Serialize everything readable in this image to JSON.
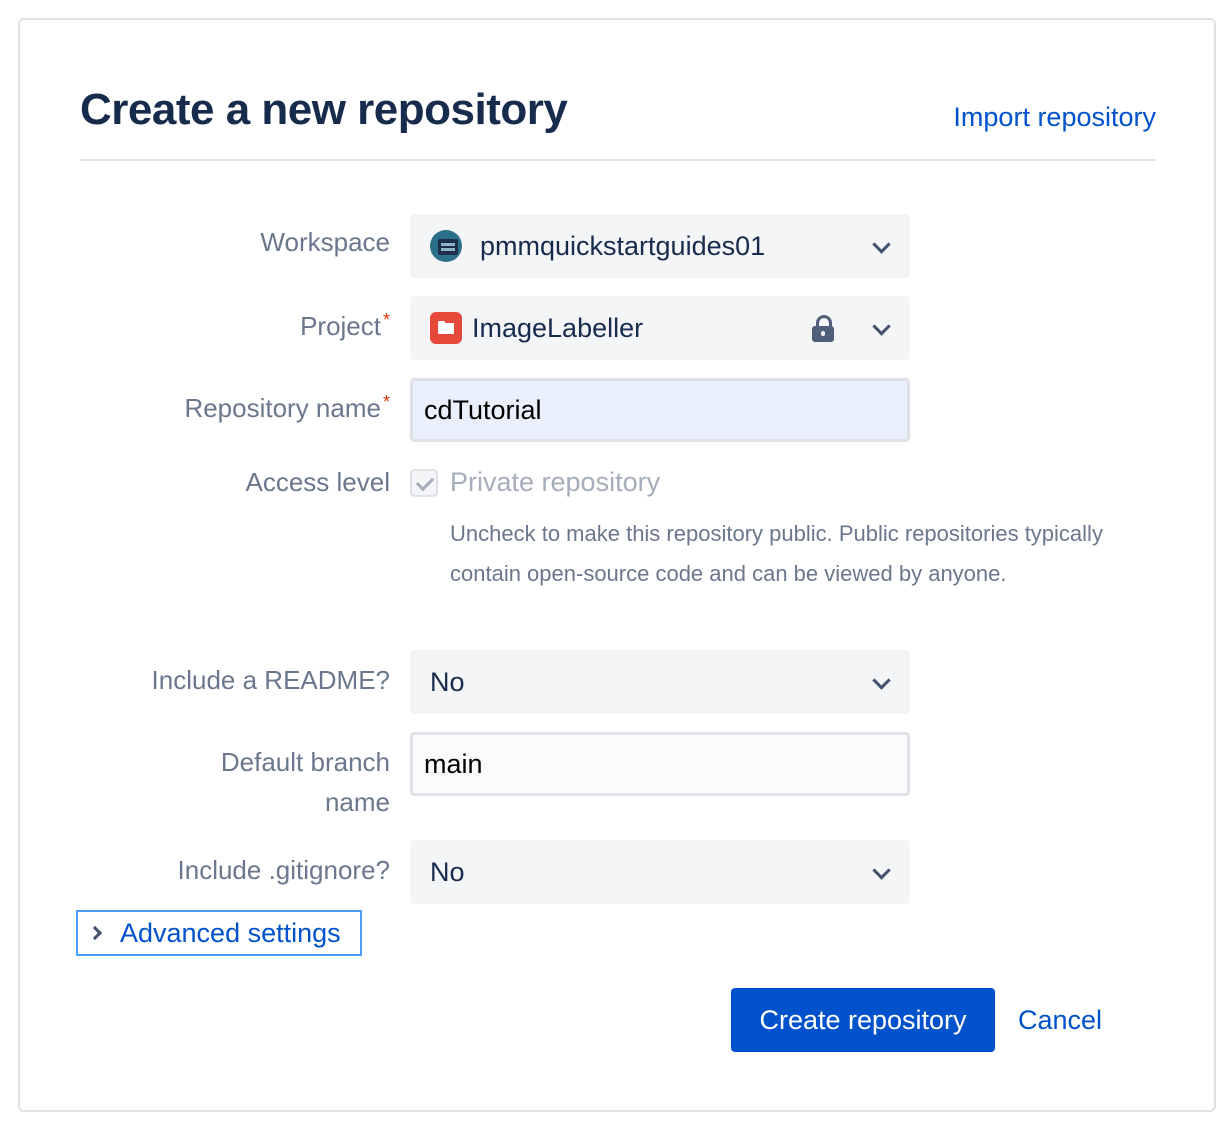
{
  "page": {
    "title": "Create a new repository",
    "import_link": "Import repository"
  },
  "form": {
    "workspace": {
      "label": "Workspace",
      "value": "pmmquickstartguides01"
    },
    "project": {
      "label": "Project",
      "required_mark": "*",
      "value": "ImageLabeller"
    },
    "repository_name": {
      "label": "Repository name",
      "required_mark": "*",
      "value": "cdTutorial"
    },
    "access_level": {
      "label": "Access level",
      "checkbox_label": "Private repository",
      "checked": true,
      "help": "Uncheck to make this repository public. Public repositories typically contain open-source code and can be viewed by anyone."
    },
    "readme": {
      "label": "Include a README?",
      "value": "No"
    },
    "default_branch": {
      "label": "Default branch name",
      "value": "main"
    },
    "gitignore": {
      "label": "Include .gitignore?",
      "value": "No"
    },
    "advanced": {
      "label": "Advanced settings"
    }
  },
  "actions": {
    "create": "Create repository",
    "cancel": "Cancel"
  },
  "colors": {
    "primary": "#0052cc",
    "heading": "#172b4d",
    "label": "#6b778c",
    "required": "#de350b",
    "field_bg": "#f4f5f7",
    "focus_border": "#4c9aff"
  }
}
